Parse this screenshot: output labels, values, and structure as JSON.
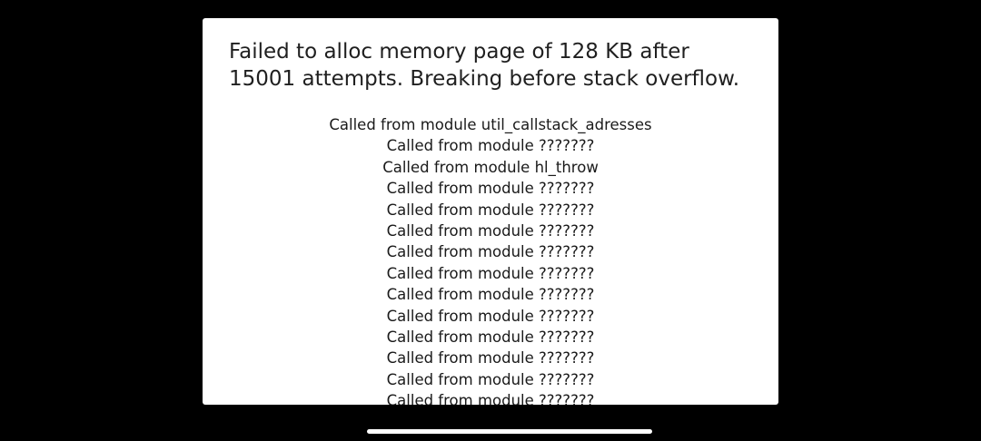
{
  "dialog": {
    "title": "Failed to alloc memory page of 128 KB after 15001 attempts. Breaking before stack overflow.",
    "callstack": [
      "Called from module util_callstack_adresses",
      "Called from module ???????",
      "Called from module hl_throw",
      "Called from module ???????",
      "Called from module ???????",
      "Called from module ???????",
      "Called from module ???????",
      "Called from module ???????",
      "Called from module ???????",
      "Called from module ???????",
      "Called from module ???????",
      "Called from module ???????",
      "Called from module ???????",
      "Called from module ???????"
    ]
  },
  "colors": {
    "background": "#000000",
    "dialog": "#ffffff",
    "text": "#1f1f1f",
    "home_indicator": "#ffffff"
  }
}
